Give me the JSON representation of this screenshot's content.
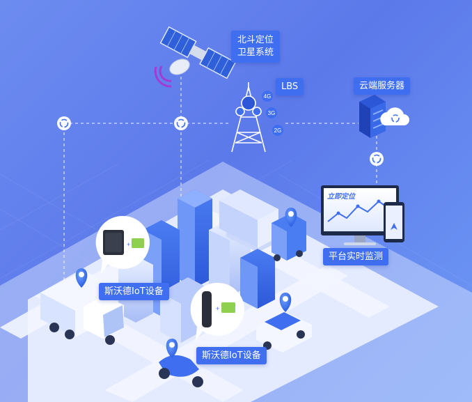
{
  "labels": {
    "satellite": [
      "北斗定位",
      "卫星系统"
    ],
    "lbs": "LBS",
    "cloud": "云端服务器",
    "platform": "平台实时监测",
    "device_1": "斯沃德IoT设备",
    "device_2": "斯沃德IoT设备"
  },
  "tower_signals": [
    "4G",
    "3G",
    "2G"
  ],
  "screen_title": "立即定位",
  "colors": {
    "background": "#6384ee",
    "label_bg": "#3f6ff0",
    "accent_blue": "#2f6cf2",
    "road": "#b8c9f7",
    "ground": "#dde6ff",
    "signal_purple": "#9c3bd6"
  },
  "icons": [
    "satellite-icon",
    "signal-tower-icon",
    "server-icon",
    "cloud-sync-icon",
    "monitor-icon",
    "phone-icon",
    "gps-pin-icon",
    "sim-card-icon",
    "truck-icon",
    "car-icon",
    "bus-icon",
    "scooter-icon"
  ]
}
